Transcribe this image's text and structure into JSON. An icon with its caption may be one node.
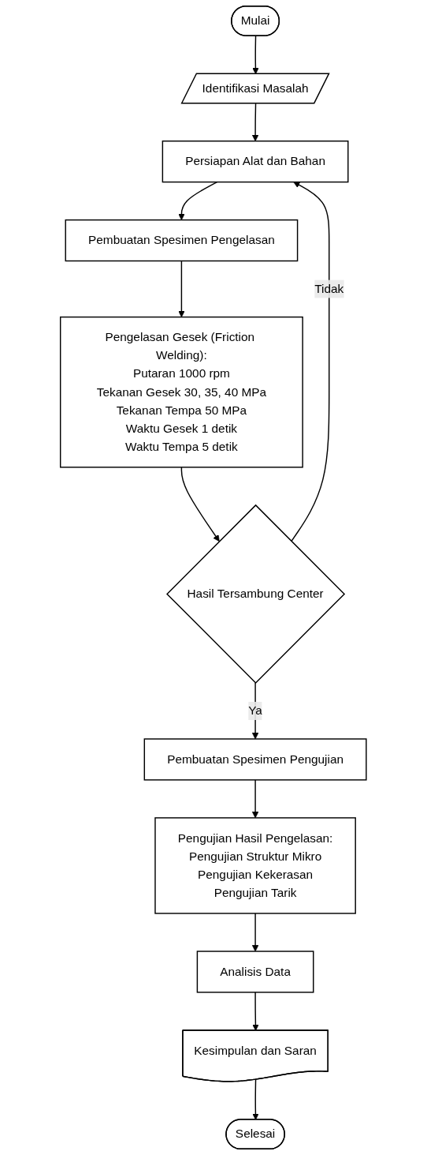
{
  "diagram": {
    "nodes": [
      {
        "text": [
          "Mulai"
        ]
      },
      {
        "text": [
          "Identifikasi Masalah"
        ]
      },
      {
        "text": [
          "Persiapan Alat dan Bahan"
        ]
      },
      {
        "text": [
          "Pembuatan Spesimen Pengelasan"
        ]
      },
      {
        "text": [
          "Pengelasan Gesek (Friction Welding):",
          "Putaran 1000 rpm",
          "Tekanan Gesek 30, 35, 40 MPa",
          "Tekanan Tempa 50 MPa",
          "Waktu Gesek 1 detik",
          "Waktu Tempa 5 detik"
        ]
      },
      {
        "text": [
          "Hasil Tersambung Center"
        ]
      },
      {
        "text": [
          "Pembuatan Spesimen Pengujian"
        ]
      },
      {
        "text": [
          "Pengujian Hasil Pengelasan:",
          "Pengujian Struktur Mikro",
          "Pengujian Kekerasan",
          "Pengujian Tarik"
        ]
      },
      {
        "text": [
          "Analisis Data"
        ]
      },
      {
        "text": [
          "Kesimpulan dan Saran"
        ]
      },
      {
        "text": [
          "Selesai"
        ]
      }
    ],
    "edges": [
      {
        "from": 0,
        "to": 1,
        "arrow": "to"
      },
      {
        "from": 1,
        "to": 2,
        "arrow": "to"
      },
      {
        "from": 2,
        "to": 3,
        "arrow": "to"
      },
      {
        "from": 3,
        "to": 4,
        "arrow": "to"
      },
      {
        "from": 4,
        "to": 5,
        "arrow": "to"
      },
      {
        "from": 5,
        "to": 2,
        "arrow": "to",
        "label": "Tidak"
      },
      {
        "from": 5,
        "to": 6,
        "arrow": "to",
        "label": "Ya"
      },
      {
        "from": 6,
        "to": 7,
        "arrow": "to"
      },
      {
        "from": 7,
        "to": 8,
        "arrow": "to"
      },
      {
        "from": 8,
        "to": 9,
        "arrow": "to"
      },
      {
        "from": 9,
        "to": 10,
        "arrow": "to"
      }
    ]
  }
}
